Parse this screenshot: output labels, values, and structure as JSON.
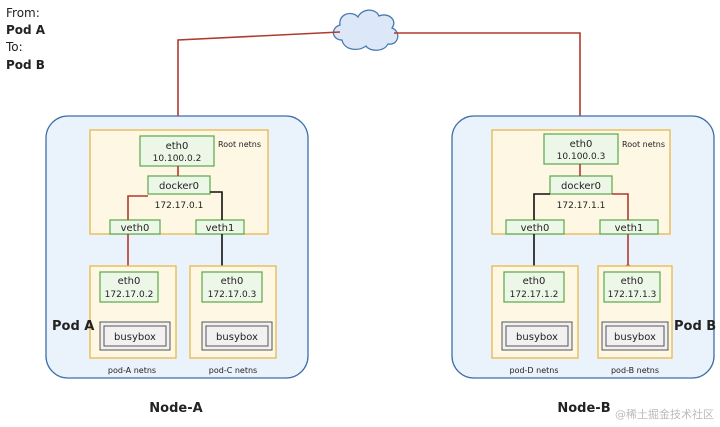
{
  "route": {
    "from_label": "From:",
    "from_pod": "Pod A",
    "to_label": "To:",
    "to_pod": "Pod B"
  },
  "node_a": {
    "title": "Node-A",
    "root_ns_label": "Root netns",
    "eth0_label": "eth0",
    "eth0_ip": "10.100.0.2",
    "bridge_label": "docker0",
    "bridge_ip": "172.17.0.1",
    "veth0_label": "veth0",
    "veth1_label": "veth1",
    "pod_left": {
      "eth_label": "eth0",
      "ip": "172.17.0.2",
      "app": "busybox",
      "ns_label": "pod-A netns",
      "name": "Pod A"
    },
    "pod_right": {
      "eth_label": "eth0",
      "ip": "172.17.0.3",
      "app": "busybox",
      "ns_label": "pod-C netns"
    }
  },
  "node_b": {
    "title": "Node-B",
    "root_ns_label": "Root netns",
    "eth0_label": "eth0",
    "eth0_ip": "10.100.0.3",
    "bridge_label": "docker0",
    "bridge_ip": "172.17.1.1",
    "veth0_label": "veth0",
    "veth1_label": "veth1",
    "pod_left": {
      "eth_label": "eth0",
      "ip": "172.17.1.2",
      "app": "busybox",
      "ns_label": "pod-D netns"
    },
    "pod_right": {
      "eth_label": "eth0",
      "ip": "172.17.1.3",
      "app": "busybox",
      "ns_label": "pod-B netns",
      "name": "Pod B"
    }
  },
  "watermark": "@稀土掘金技术社区",
  "colors": {
    "node_fill": "#eaf2fb",
    "node_stroke": "#3d6ea8",
    "root_fill": "#fdf7e4",
    "root_stroke": "#e8b84a",
    "iface_fill": "#edf7e8",
    "iface_stroke": "#5aa84a",
    "path_red": "#b03a2e",
    "wire_black": "#111111",
    "cloud_fill": "#dce8f7",
    "cloud_stroke": "#4a78b0"
  }
}
